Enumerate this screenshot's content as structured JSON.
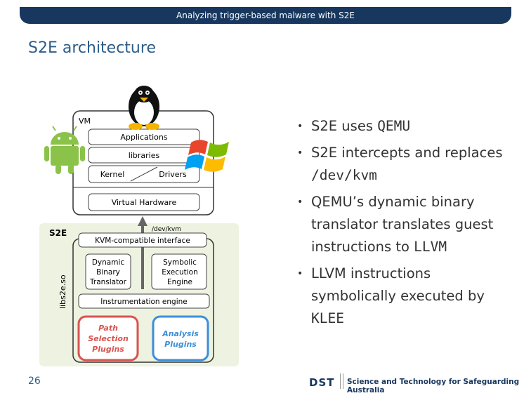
{
  "header": {
    "title": "Analyzing trigger-based malware with S2E"
  },
  "slide": {
    "title": "S2E architecture",
    "page_number": "26"
  },
  "diagram": {
    "vm_label": "VM",
    "applications": "Applications",
    "libraries": "libraries",
    "kernel": "Kernel",
    "drivers": "Drivers",
    "virtual_hardware": "Virtual Hardware",
    "dev_kvm": "/dev/kvm",
    "s2e_label": "S2E",
    "libs2e": "libs2e.so",
    "kvm_interface": "KVM-compatible interface",
    "dbt_1": "Dynamic",
    "dbt_2": "Binary",
    "dbt_3": "Translator",
    "see_1": "Symbolic",
    "see_2": "Execution",
    "see_3": "Engine",
    "instrumentation": "Instrumentation engine",
    "path_1": "Path",
    "path_2": "Selection",
    "path_3": "Plugins",
    "analysis_1": "Analysis",
    "analysis_2": "Plugins",
    "colors": {
      "path_border": "#d9534f",
      "analysis_border": "#3c8fd8",
      "panel_bg": "#eef2e0"
    }
  },
  "bullets": [
    {
      "text": "S2E uses ",
      "code": "QEMU",
      "after": ""
    },
    {
      "text": "S2E intercepts and replaces ",
      "code": "/dev/kvm",
      "after": ""
    },
    {
      "text": "QEMU’s dynamic binary translator translates guest instructions to ",
      "code": "LLVM",
      "after": ""
    },
    {
      "text": "LLVM instructions symbolically executed by ",
      "code": "KLEE",
      "after": ""
    }
  ],
  "footer": {
    "logo": "DST",
    "text": "Science and Technology for Safeguarding Australia"
  }
}
